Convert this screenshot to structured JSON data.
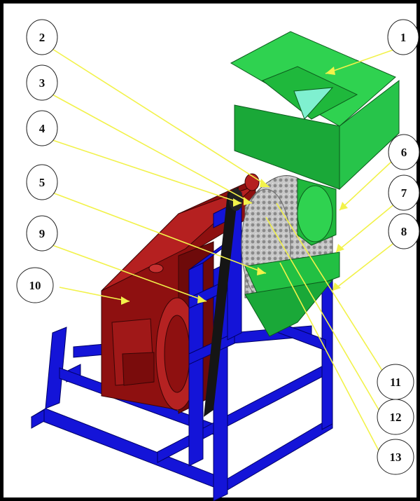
{
  "figure": {
    "description_visible_labels": true,
    "colors": {
      "frame": "#000000",
      "hopper_green": "#27c44a",
      "hopper_light": "#7ff0d0",
      "engine_red": "#9a1414",
      "frame_blue": "#1414d8",
      "drum_gray": "#b8b8b8",
      "leader_yellow": "#f2f24a"
    }
  },
  "callouts": [
    {
      "id": "c1",
      "label": "1"
    },
    {
      "id": "c2",
      "label": "2"
    },
    {
      "id": "c3",
      "label": "3"
    },
    {
      "id": "c4",
      "label": "4"
    },
    {
      "id": "c5",
      "label": "5"
    },
    {
      "id": "c6",
      "label": "6"
    },
    {
      "id": "c7",
      "label": "7"
    },
    {
      "id": "c8",
      "label": "8"
    },
    {
      "id": "c9",
      "label": "9"
    },
    {
      "id": "c10",
      "label": "10"
    },
    {
      "id": "c11",
      "label": "11"
    },
    {
      "id": "c12",
      "label": "12"
    },
    {
      "id": "c13",
      "label": "13"
    }
  ]
}
